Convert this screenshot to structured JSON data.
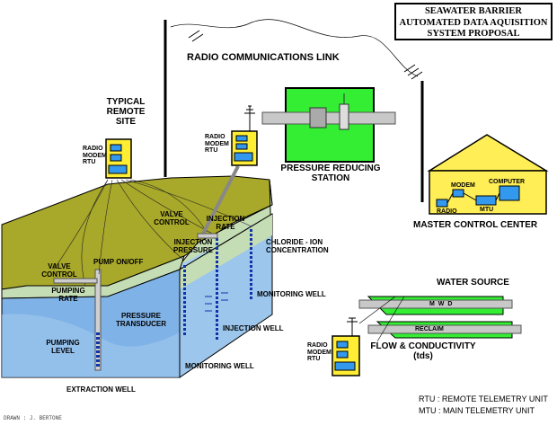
{
  "title": {
    "line1": "SEAWATER BARRIER",
    "line2": "AUTOMATED DATA AQUISITION",
    "line3": "SYSTEM PROPOSAL"
  },
  "labels": {
    "radio_link": "RADIO COMMUNICATIONS LINK",
    "typical_remote_site": [
      "TYPICAL",
      "REMOTE",
      "SITE"
    ],
    "rtu_box": [
      "RADIO",
      "MODEM",
      "RTU"
    ],
    "pressure_reducing_station": [
      "PRESSURE REDUCING",
      "STATION"
    ],
    "master_control_center": "MASTER CONTROL CENTER",
    "modem": "MODEM",
    "computer": "COMPUTER",
    "radio": "RADIO",
    "mtu": "MTU",
    "valve_control": [
      "VALVE",
      "CONTROL"
    ],
    "injection_rate": [
      "INJECTION",
      "RATE"
    ],
    "injection_pressure": [
      "INJECTION",
      "PRESSURE"
    ],
    "chloride_ion": [
      "CHLORIDE - ION",
      "CONCENTRATION"
    ],
    "pump_on_off": "PUMP ON/OFF",
    "pumping_rate": [
      "PUMPING",
      "RATE"
    ],
    "pressure_transducer": [
      "PRESSURE",
      "TRANSDUCER"
    ],
    "pumping_level": [
      "PUMPING",
      "LEVEL"
    ],
    "monitoring_well": "MONITORING WELL",
    "injection_well": "INJECTION WELL",
    "extraction_well": "EXTRACTION WELL",
    "water_source": "WATER SOURCE",
    "mwd": "M W D",
    "reclaim": "RECLAIM",
    "flow_conductivity": [
      "FLOW & CONDUCTIVITY",
      "(tds)"
    ]
  },
  "legend": {
    "rtu": "RTU : REMOTE TELEMETRY UNIT",
    "mtu": "MTU : MAIN TELEMETRY UNIT"
  },
  "footer": "DRAWN : J. BERTONE",
  "colors": {
    "ground_top": "#a8a82a",
    "ground_side": "#8c8c1a",
    "soil_upper": "#c5ddb4",
    "water_front": "#7fb2e6",
    "water_light": "#a9cfee",
    "green": "#33ee33",
    "rtu_yellow": "#ffee33",
    "house": "#ffee55",
    "pipe": "#c8c8c8",
    "well": "#2244aa"
  }
}
